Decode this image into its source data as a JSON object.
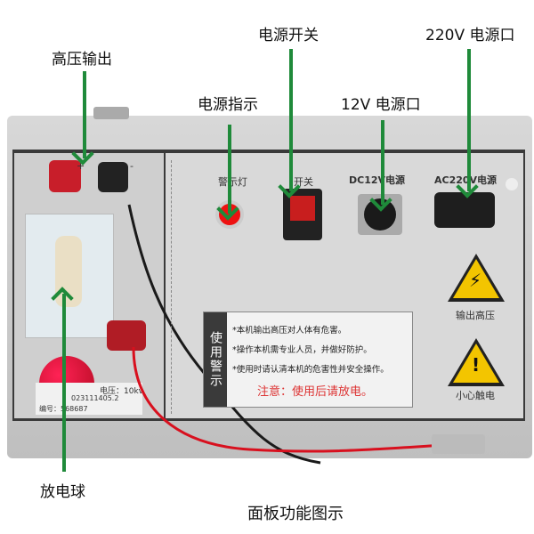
{
  "callouts": {
    "high_voltage_output": "高压输出",
    "power_switch": "电源开关",
    "power_indicator": "电源指示",
    "dc12v_port": "12V 电源口",
    "ac220v_port": "220V 电源口",
    "discharge_ball": "放电球"
  },
  "panel": {
    "indicator_label": "警示灯",
    "switch_label": "开关",
    "dc_label": "DC12V电源",
    "ac_label": "AC220V电源",
    "triangle1_label": "输出高压",
    "triangle2_label": "小心触电",
    "plus": "+",
    "minus": "-"
  },
  "warning": {
    "title": "使用警示",
    "lines": [
      "*本机输出高压对人体有危害。",
      "*操作本机需专业人员，并做好防护。",
      "*使用时请认清本机的危害性并安全操作。"
    ],
    "note": "注意：使用后请放电。"
  },
  "nameplate": {
    "voltage": "电压：10kv",
    "date": "023111405.2",
    "serial": "编号：568687"
  },
  "caption": "面板功能图示",
  "colors": {
    "arrow": "#1f8a3a",
    "panel": "#d9d9d9",
    "warning_red": "#d33333"
  }
}
